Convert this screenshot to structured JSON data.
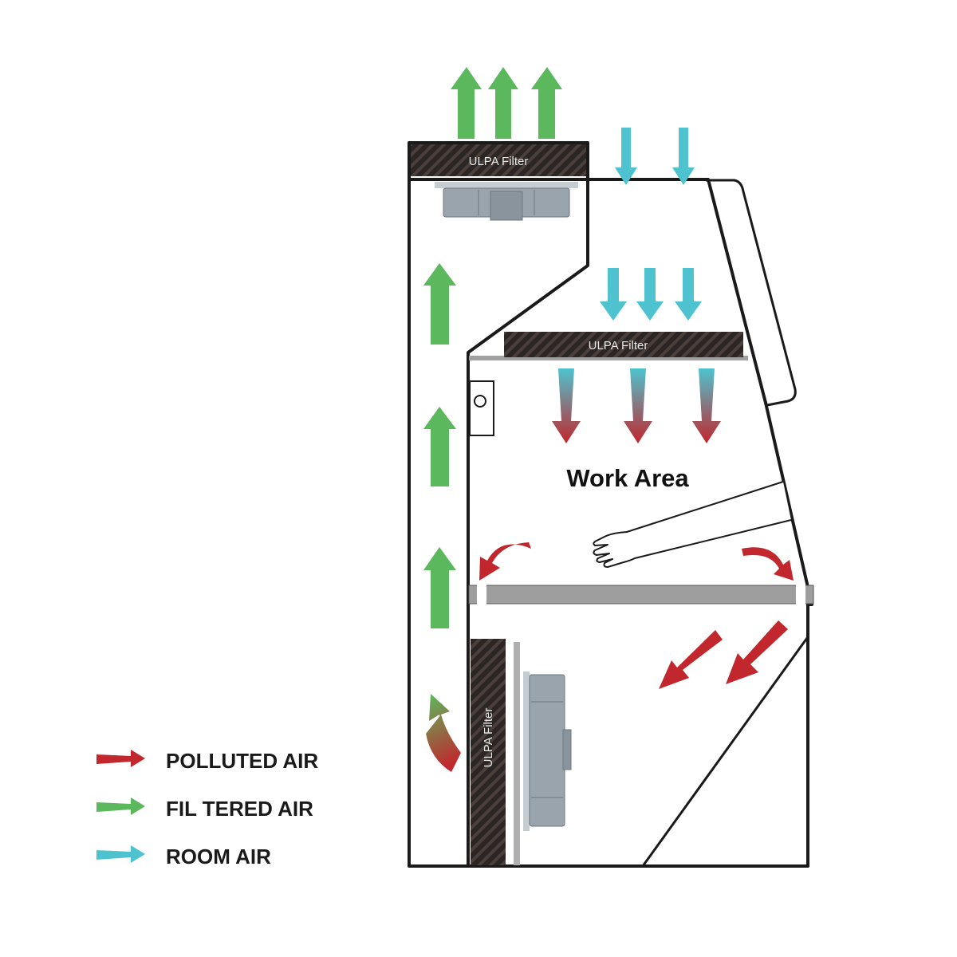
{
  "labels": {
    "top_filter": "ULPA Filter",
    "middle_filter": "ULPA Filter",
    "lower_filter": "ULPA Filter",
    "work_area": "Work Area"
  },
  "legend": [
    {
      "label": "POLLUTED AIR",
      "color": "#c1272d"
    },
    {
      "label": "FIL TERED AIR",
      "color": "#5cb85c"
    },
    {
      "label": "ROOM AIR",
      "color": "#4ec3cf"
    }
  ],
  "colors": {
    "polluted": "#c1272d",
    "filtered": "#5cb85c",
    "room": "#4ec3cf",
    "outline": "#1a1a1a",
    "filter_fill": "#2b2624",
    "shelf": "#9e9e9e",
    "fan": "#9aa4ad"
  },
  "icons": [
    "fan-icon",
    "hand-icon",
    "arrow-icon"
  ]
}
